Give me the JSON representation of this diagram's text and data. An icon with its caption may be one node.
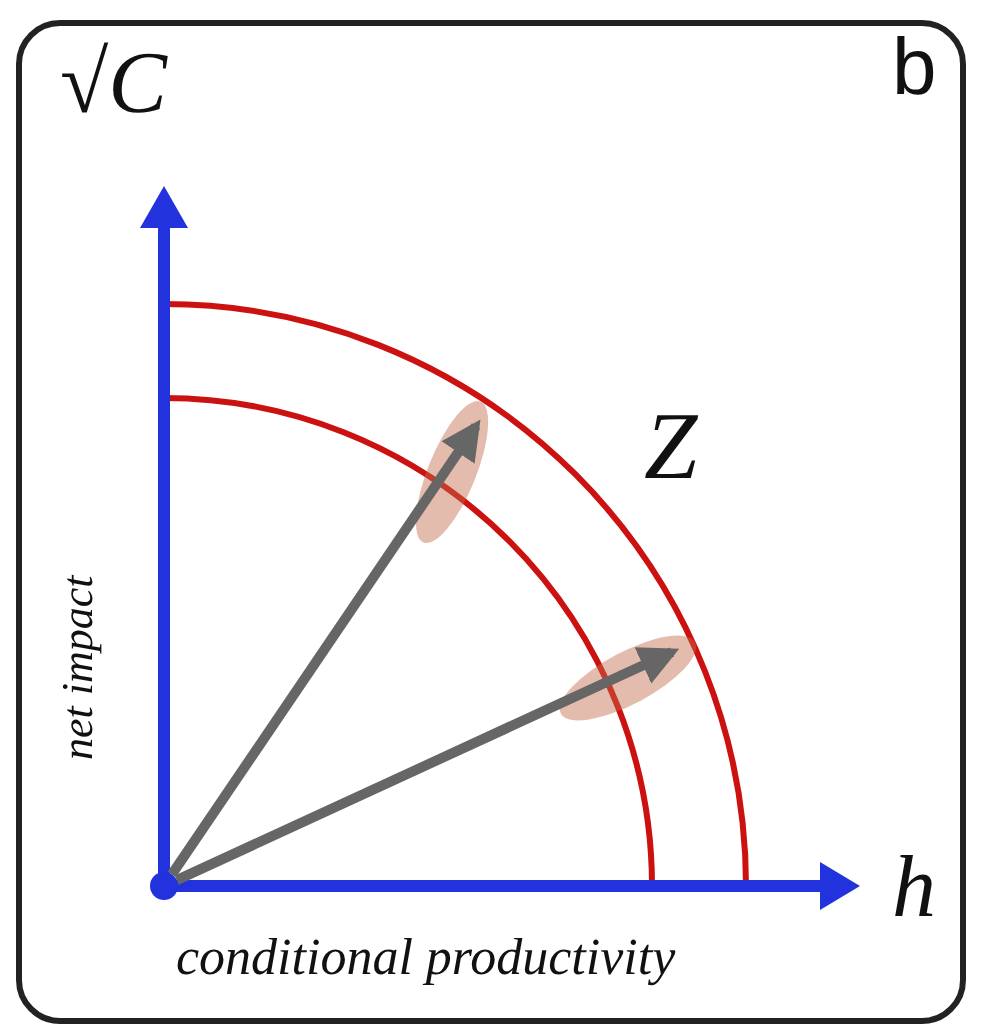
{
  "diagram": {
    "nodes": [
      {
        "text": [],
        "shape": "circle"
      },
      {
        "text": [],
        "shape": "ellipse"
      },
      {
        "text": [],
        "shape": "ellipse"
      }
    ],
    "edges": [
      {
        "from": 0,
        "to": 1,
        "arrow": "to"
      },
      {
        "from": 0,
        "to": 2,
        "arrow": "to"
      }
    ],
    "labels": [
      "b",
      "√C",
      "net impact",
      "Z",
      "h",
      "conditional productivity"
    ]
  }
}
